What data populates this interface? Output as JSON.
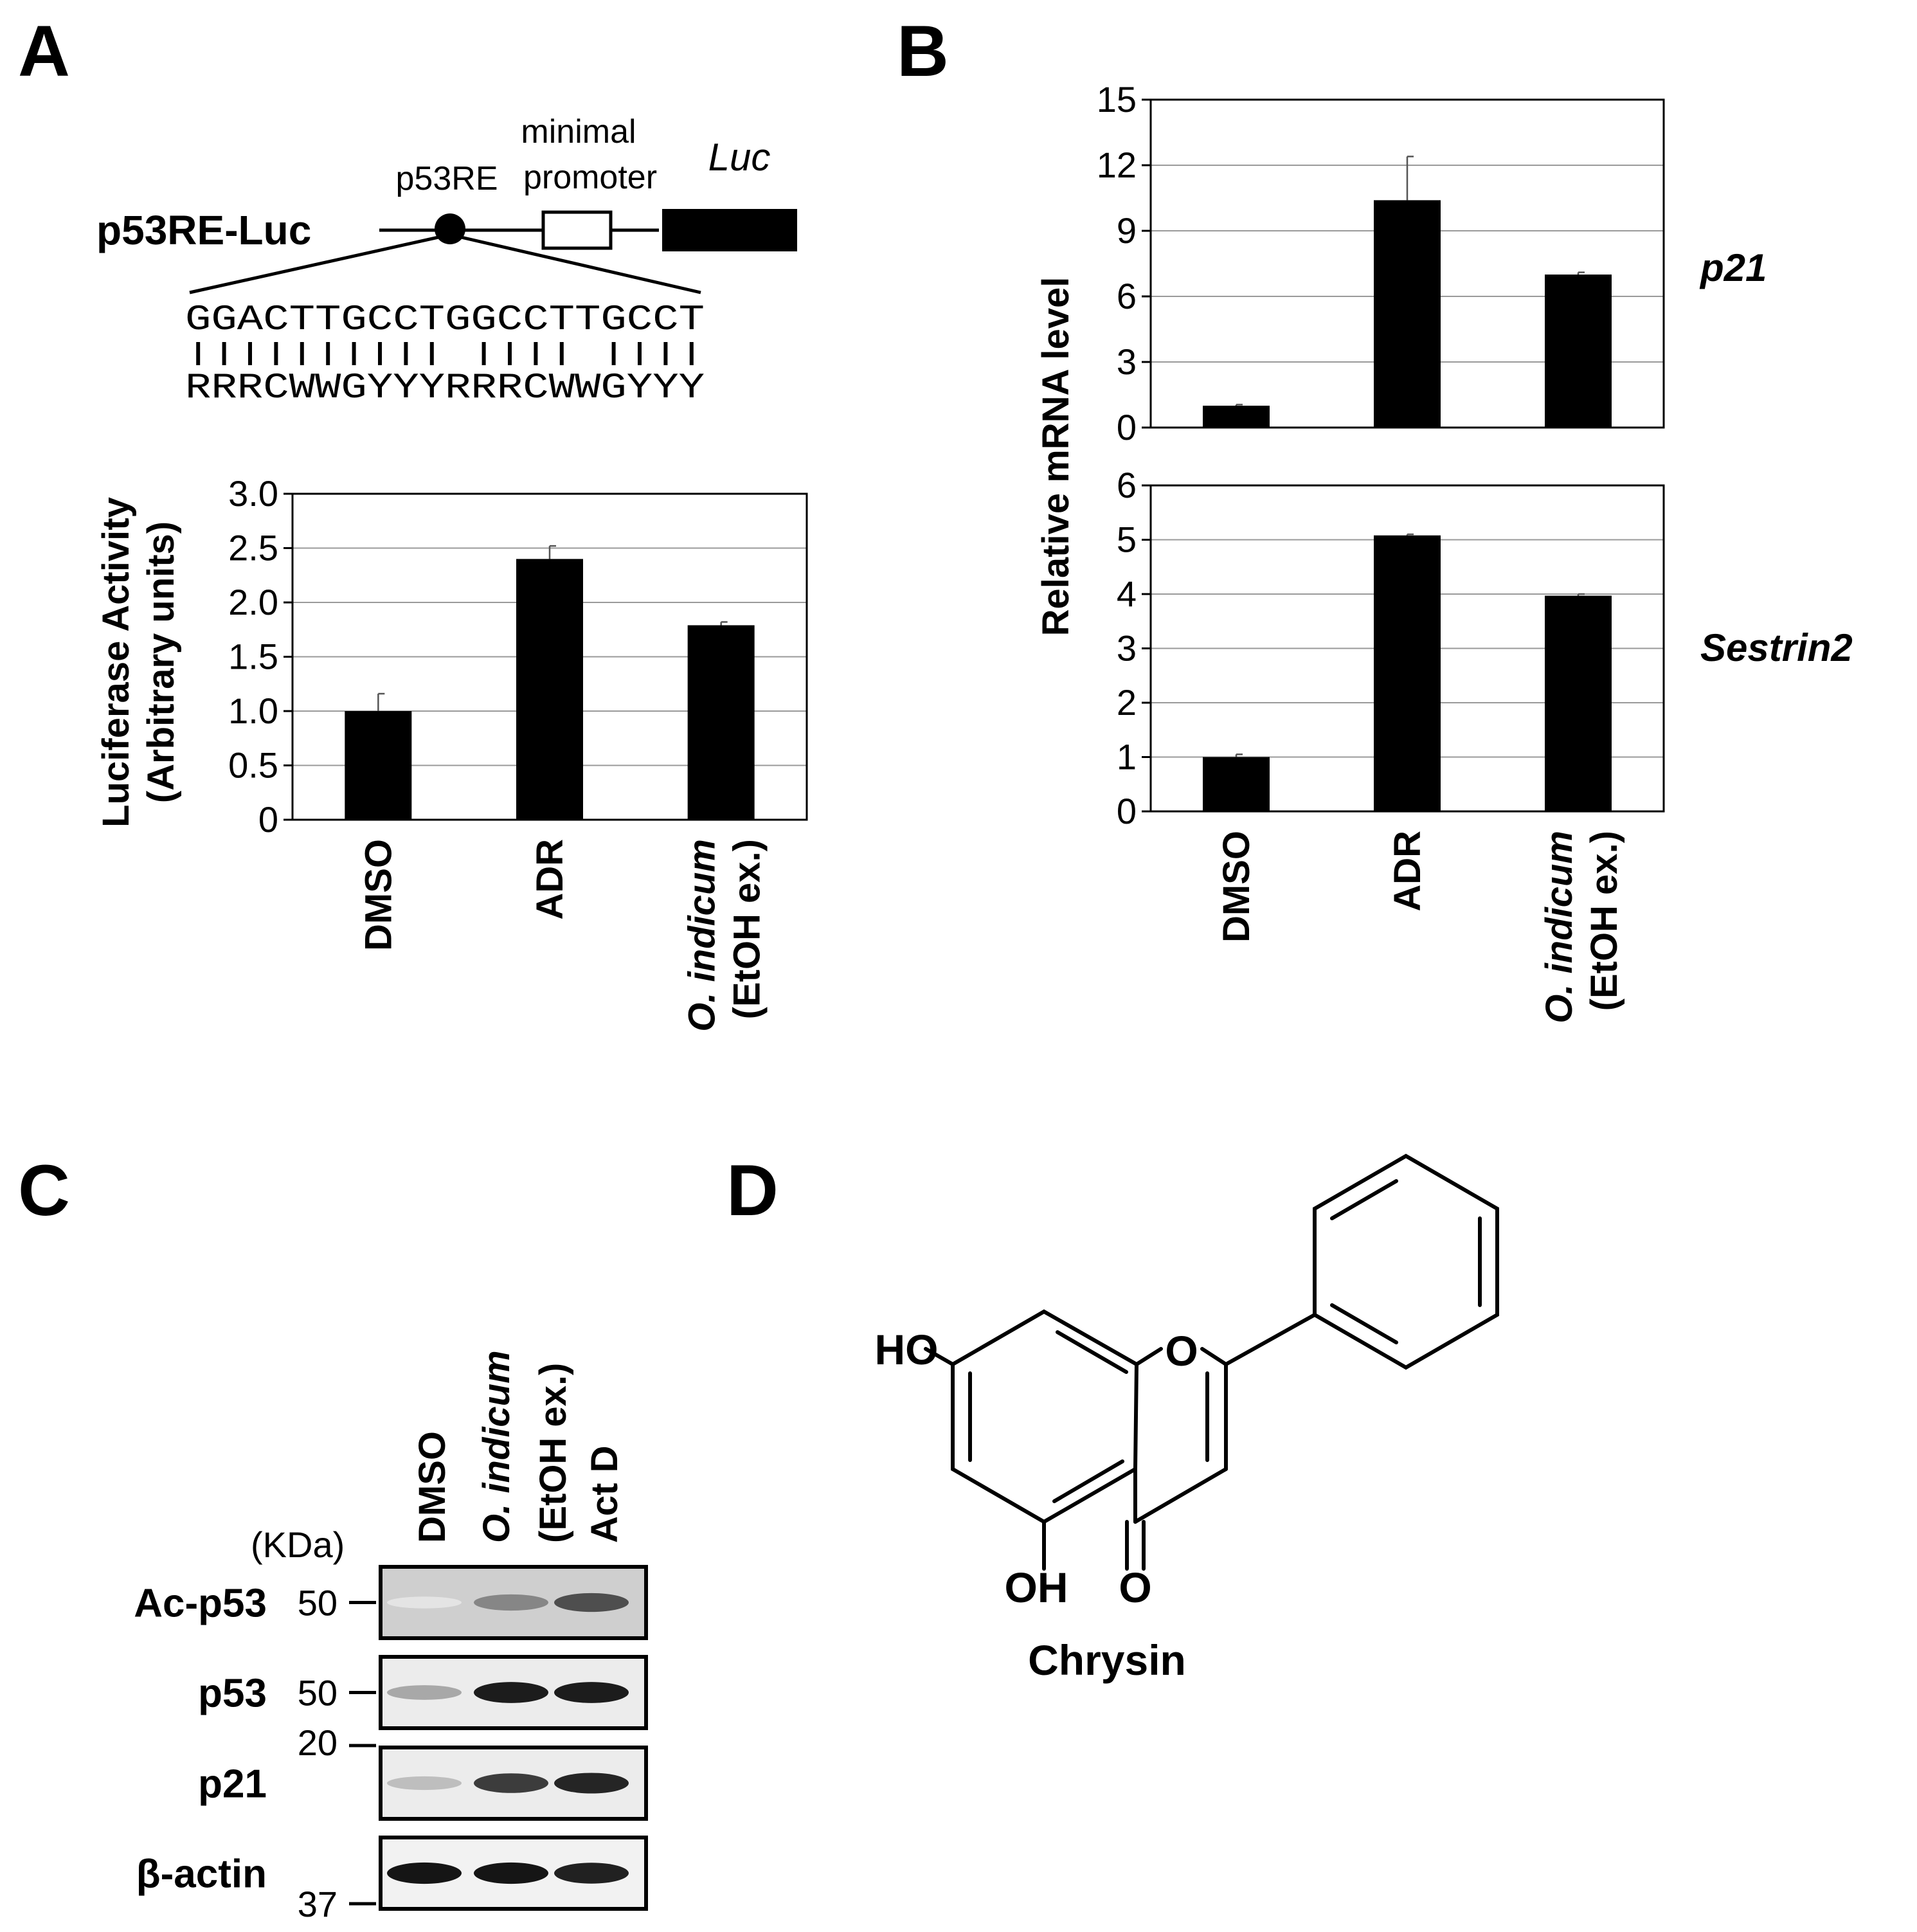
{
  "panels": {
    "A": {
      "letter": "A"
    },
    "B": {
      "letter": "B"
    },
    "C": {
      "letter": "C"
    },
    "D": {
      "letter": "D"
    }
  },
  "construct": {
    "name": "p53RE-Luc",
    "p53re_label": "p53RE",
    "promoter_label_line1": "minimal",
    "promoter_label_line2": "promoter",
    "luc_label": "Luc",
    "sequence": "GGACTTGCCTGGCCTTGCCT",
    "consensus": "RRRCWWGYYYRRRCWWGYYY",
    "match_ticks": "|||||||||| |||| ||||"
  },
  "categories": [
    {
      "line1": "DMSO",
      "line2": "",
      "line1_italic": false
    },
    {
      "line1": "ADR",
      "line2": "",
      "line1_italic": false
    },
    {
      "line1": "O. indicum",
      "line2": "(EtOH ex.)",
      "line1_italic": true
    }
  ],
  "chart_data": [
    {
      "type": "bar",
      "categories": [
        "DMSO",
        "ADR",
        "O. indicum (EtOH ex.)"
      ],
      "values": [
        1.0,
        2.4,
        1.79
      ],
      "errors": [
        0.16,
        0.12,
        0.03
      ],
      "ylabel_line1": "Luciferase Activity",
      "ylabel_line2": "(Arbitrary units)",
      "ylim": [
        0,
        3.0
      ],
      "yticks": [
        "0",
        "0.5",
        "1.0",
        "1.5",
        "2.0",
        "2.5",
        "3.0"
      ],
      "grid": true
    },
    {
      "type": "bar",
      "categories": [
        "DMSO",
        "ADR",
        "O. indicum (EtOH ex.)"
      ],
      "values": [
        1.0,
        10.4,
        7.0
      ],
      "errors": [
        0.05,
        2.0,
        0.1
      ],
      "series_label": "p21",
      "ylim": [
        0,
        15
      ],
      "yticks": [
        "0",
        "3",
        "6",
        "9",
        "12",
        "15"
      ],
      "grid": true
    },
    {
      "type": "bar",
      "categories": [
        "DMSO",
        "ADR",
        "O. indicum (EtOH ex.)"
      ],
      "values": [
        1.0,
        5.08,
        3.97
      ],
      "errors": [
        0.05,
        0.02,
        0.03
      ],
      "series_label": "Sestrin2",
      "ylim": [
        0,
        6
      ],
      "yticks": [
        "0",
        "1",
        "2",
        "3",
        "4",
        "5",
        "6"
      ],
      "grid": true
    }
  ],
  "panelB_ylabel": "Relative mRNA level",
  "western": {
    "lanes": [
      {
        "line1": "DMSO",
        "line2": "",
        "italic": false
      },
      {
        "line1": "O. indicum",
        "line2": "(EtOH ex.)",
        "italic": true
      },
      {
        "line1": "Act D",
        "line2": "",
        "italic": false
      }
    ],
    "kda_label": "(KDa)",
    "blots": [
      {
        "name": "Ac-p53",
        "marker": "50",
        "intensities": [
          0.03,
          0.45,
          0.7
        ]
      },
      {
        "name": "p53",
        "marker": "50",
        "intensities": [
          0.3,
          0.92,
          0.92
        ]
      },
      {
        "name": "p21",
        "marker": "20",
        "intensities": [
          0.2,
          0.78,
          0.88
        ]
      },
      {
        "name": "β-actin",
        "marker": "37",
        "intensities": [
          0.95,
          0.95,
          0.9
        ]
      }
    ]
  },
  "compound": {
    "name": "Chrysin",
    "atom_HO": "HO",
    "atom_O_ring": "O",
    "atom_OH": "OH",
    "atom_O_keto": "O"
  }
}
